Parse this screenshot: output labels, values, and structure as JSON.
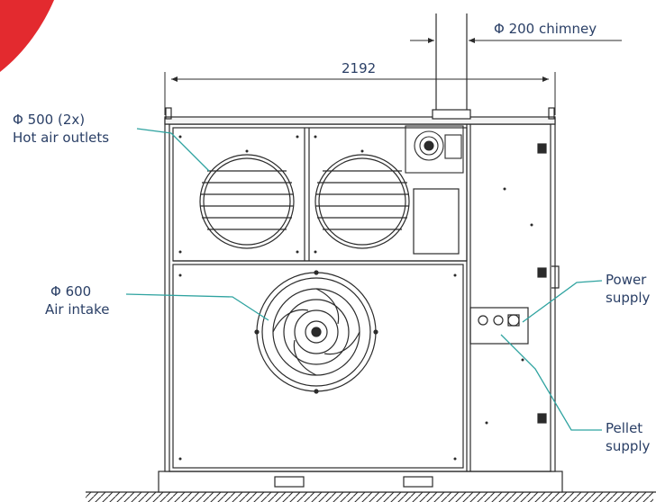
{
  "drawing": {
    "accent_color": "#e32a2f",
    "line_color": "#2b2b2b",
    "leader_color": "#2fa3a0",
    "label_color": "#2a3f66"
  },
  "labels": {
    "chimney": "Φ 200  chimney",
    "width_dim": "2192",
    "hot_air_line1": "Φ 500 (2x)",
    "hot_air_line2": "Hot air outlets",
    "air_intake_line1": "Φ 600",
    "air_intake_line2": "Air intake",
    "power_line1": "Power",
    "power_line2": "supply",
    "pellet_line1": "Pellet",
    "pellet_line2": "supply"
  }
}
